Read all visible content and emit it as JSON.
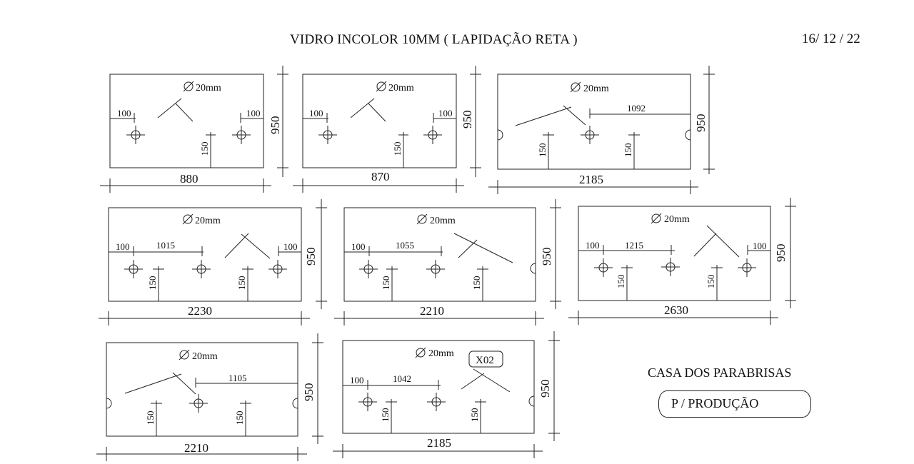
{
  "header": {
    "title": "VIDRO INCOLOR 10MM ( LAPIDAÇÃO RETA )",
    "date": "16/ 12 / 22"
  },
  "footer": {
    "client": "CASA DOS PARABRISAS",
    "stamp": "P / PRODUÇÃO"
  },
  "panels": [
    {
      "width": "880",
      "height": "950",
      "hole": "20mm",
      "left": "100",
      "right": "100",
      "v1": "150",
      "notches": false
    },
    {
      "width": "870",
      "height": "950",
      "hole": "20mm",
      "left": "100",
      "right": "100",
      "v1": "150",
      "notches": false
    },
    {
      "width": "2185",
      "height": "950",
      "hole": "20mm",
      "span": "1092",
      "v1": "150",
      "v2": "150",
      "notches": true
    },
    {
      "width": "2230",
      "height": "950",
      "hole": "20mm",
      "left": "100",
      "span": "1015",
      "right": "100",
      "v1": "150",
      "v2": "150",
      "notches": false
    },
    {
      "width": "2210",
      "height": "950",
      "hole": "20mm",
      "left": "100",
      "span": "1055",
      "v1": "150",
      "v2": "150",
      "notches": "right"
    },
    {
      "width": "2630",
      "height": "950",
      "hole": "20mm",
      "left": "100",
      "span": "1215",
      "right": "100",
      "v1": "150",
      "v2": "150",
      "notches": false
    },
    {
      "width": "2210",
      "height": "950",
      "hole": "20mm",
      "span": "1105",
      "v1": "150",
      "v2": "150",
      "notches": true
    },
    {
      "width": "2185",
      "height": "950",
      "hole": "20mm",
      "left": "100",
      "span": "1042",
      "v1": "150",
      "v2": "150",
      "notches": "right",
      "qty": "X02"
    }
  ]
}
